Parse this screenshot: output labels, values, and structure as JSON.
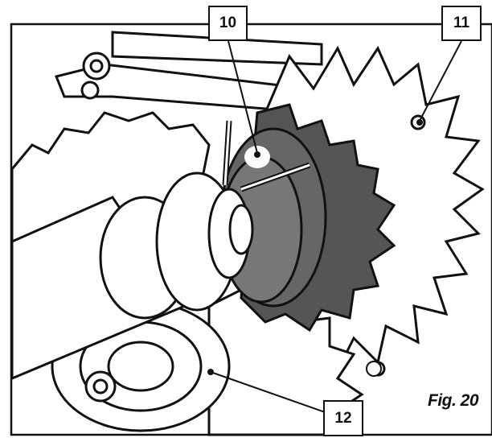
{
  "figure": {
    "caption": "Fig. 20",
    "callouts": [
      {
        "id": "10",
        "label": "10"
      },
      {
        "id": "11",
        "label": "11"
      },
      {
        "id": "12",
        "label": "12"
      }
    ]
  },
  "colors": {
    "line": "#111111",
    "pinion_fill": "#555555",
    "background": "#ffffff"
  }
}
